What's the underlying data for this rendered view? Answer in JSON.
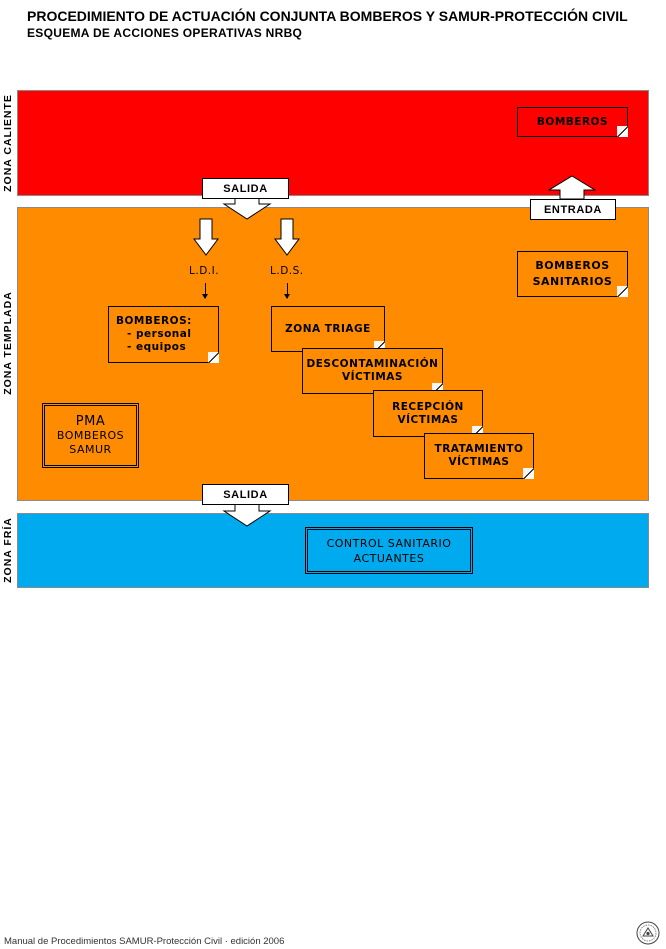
{
  "header": {
    "title": "PROCEDIMIENTO DE ACTUACIÓN CONJUNTA BOMBEROS Y SAMUR-PROTECCIÓN CIVIL",
    "subtitle": "ESQUEMA DE ACCIONES OPERATIVAS NRBQ"
  },
  "zones": {
    "hot": {
      "label": "ZONA CALIENTE",
      "color": "#ff0000"
    },
    "warm": {
      "label": "ZONA TEMPLADA",
      "color": "#ff8c00"
    },
    "cold": {
      "label": "ZONA FRÍA",
      "color": "#00aaee"
    }
  },
  "tags": {
    "salida_top": "SALIDA",
    "entrada": "ENTRADA",
    "salida_bottom": "SALIDA"
  },
  "hot_zone": {
    "bomberos": "BOMBEROS"
  },
  "warm_zone": {
    "ldi": "L.D.I.",
    "lds": "L.D.S.",
    "bomberos_sanitarios": [
      "BOMBEROS",
      "SANITARIOS"
    ],
    "bomberos_list": {
      "heading": "BOMBEROS:",
      "items": [
        "- personal",
        "- equipos"
      ]
    },
    "steps": [
      {
        "lines": [
          "ZONA TRIAGE"
        ]
      },
      {
        "lines": [
          "DESCONTAMINACIÓN",
          "VÍCTIMAS"
        ]
      },
      {
        "lines": [
          "RECEPCIÓN",
          "VÍCTIMAS"
        ]
      },
      {
        "lines": [
          "TRATAMIENTO",
          "VÍCTIMAS"
        ]
      }
    ],
    "pma": [
      "PMA",
      "BOMBEROS",
      "SAMUR"
    ]
  },
  "cold_zone": {
    "control": [
      "CONTROL SANITARIO",
      "ACTUANTES"
    ]
  },
  "footer": {
    "text": "Manual de Procedimientos SAMUR-Protección Civil · edición 2006"
  }
}
